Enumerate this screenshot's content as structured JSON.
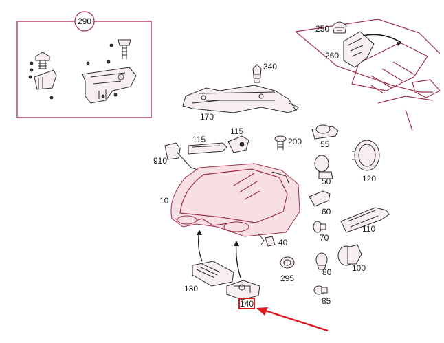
{
  "colors": {
    "frame": "#a0304a",
    "highlight": "#e0161e",
    "ink": "#1a1a1a"
  },
  "parts": {
    "p290": "290",
    "p250": "250",
    "p260": "260",
    "p340": "340",
    "p170": "170",
    "p115a": "115",
    "p115b": "115",
    "p200": "200",
    "p55": "55",
    "p910": "910",
    "p50": "50",
    "p120": "120",
    "p10": "10",
    "p60": "60",
    "p110": "110",
    "p70": "70",
    "p40": "40",
    "p100": "100",
    "p130": "130",
    "p295": "295",
    "p80": "80",
    "p140": "140",
    "p85": "85"
  }
}
